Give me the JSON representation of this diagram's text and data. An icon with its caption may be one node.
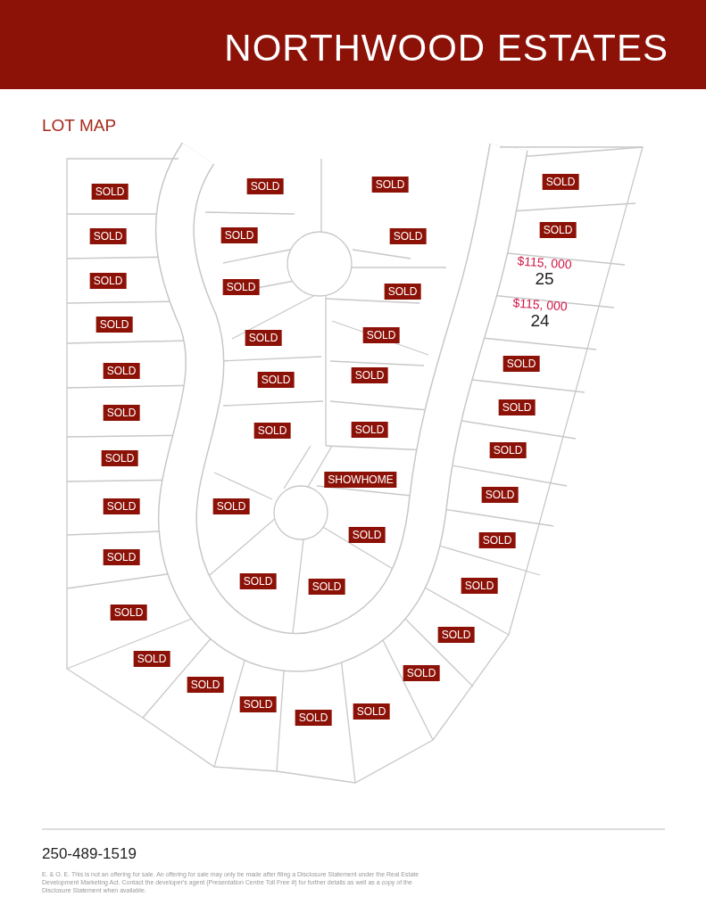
{
  "diagram": {
    "title": "NORTHWOOD ESTATES",
    "nodes": [
      {
        "text": [
          "SOLD"
        ]
      },
      {
        "text": [
          "SOLD"
        ]
      },
      {
        "text": [
          "SOLD"
        ]
      },
      {
        "text": [
          "SOLD"
        ]
      },
      {
        "text": [
          "SOLD"
        ]
      },
      {
        "text": [
          "SOLD"
        ]
      },
      {
        "text": [
          "SOLD"
        ]
      },
      {
        "text": [
          "SOLD"
        ]
      },
      {
        "text": [
          "SOLD"
        ]
      },
      {
        "text": [
          "SOLD"
        ]
      },
      {
        "text": [
          "SOLD"
        ]
      },
      {
        "text": [
          "SOLD"
        ]
      },
      {
        "text": [
          "SOLD"
        ]
      },
      {
        "text": [
          "SOLD"
        ]
      },
      {
        "text": [
          "SOLD"
        ]
      },
      {
        "text": [
          "SOLD"
        ]
      },
      {
        "text": [
          "SOLD"
        ]
      },
      {
        "text": [
          "SOLD"
        ]
      },
      {
        "text": [
          "SOLD"
        ]
      },
      {
        "text": [
          "SOLD"
        ]
      },
      {
        "text": [
          "SOLD"
        ]
      },
      {
        "text": [
          "SOLD"
        ]
      },
      {
        "text": [
          "SOLD"
        ]
      },
      {
        "text": [
          "SHOWHOME"
        ]
      },
      {
        "text": [
          "SOLD"
        ]
      },
      {
        "text": [
          "SOLD"
        ]
      },
      {
        "text": [
          "SOLD"
        ]
      },
      {
        "text": [
          "SOLD"
        ]
      },
      {
        "text": [
          "SOLD"
        ]
      },
      {
        "text": [
          "SOLD"
        ]
      },
      {
        "text": [
          "$115, 000",
          "25"
        ]
      },
      {
        "text": [
          "$115, 000",
          "24"
        ]
      },
      {
        "text": [
          "SOLD"
        ]
      },
      {
        "text": [
          "SOLD"
        ]
      },
      {
        "text": [
          "SOLD"
        ]
      },
      {
        "text": [
          "SOLD"
        ]
      },
      {
        "text": [
          "SOLD"
        ]
      },
      {
        "text": [
          "SOLD"
        ]
      },
      {
        "text": [
          "SOLD"
        ]
      },
      {
        "text": [
          "SOLD"
        ]
      },
      {
        "text": [
          "SOLD"
        ]
      },
      {
        "text": [
          "SOLD"
        ]
      },
      {
        "text": [
          "SOLD"
        ]
      },
      {
        "text": [
          "SOLD"
        ]
      }
    ],
    "labels": [
      "LOT MAP",
      "250-489-1519",
      "E. & O. E. This is not an offering for sale. An offering for sale may only be made after filing a Disclosure Statement under the Real Estate Development Marketing Act. Contact the developer's agent (Presentation Centre Toll Free #) for further details as well as a copy of the Disclosure Statement when available."
    ]
  }
}
